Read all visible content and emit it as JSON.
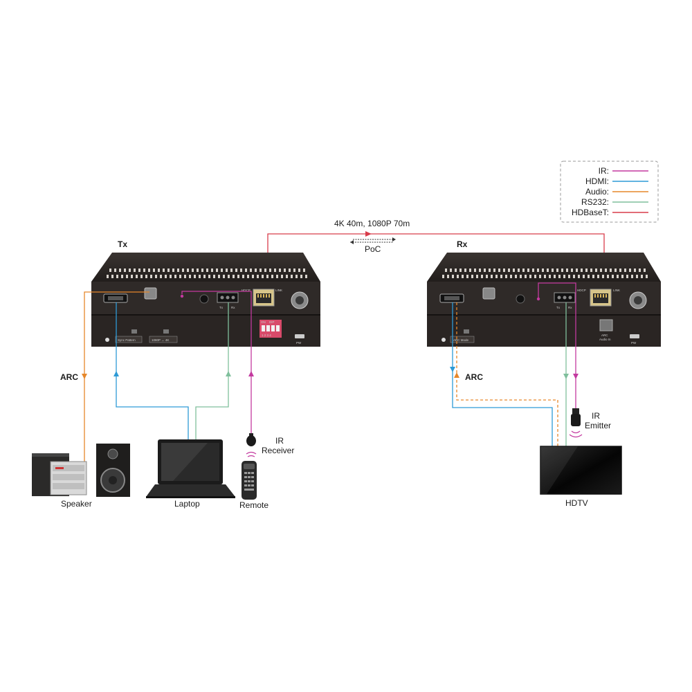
{
  "colors": {
    "ir": "#c3399f",
    "hdmi": "#2d9ad6",
    "audio": "#e6872a",
    "rs232": "#7fbf9c",
    "hdbaset": "#d83c4a",
    "device_body": "#2b2624"
  },
  "legend": [
    {
      "label": "IR:",
      "color_key": "ir"
    },
    {
      "label": "HDMI:",
      "color_key": "hdmi"
    },
    {
      "label": "Audio:",
      "color_key": "audio"
    },
    {
      "label": "RS232:",
      "color_key": "rs232"
    },
    {
      "label": "HDBaseT:",
      "color_key": "hdbaset"
    }
  ],
  "link": {
    "distance_label": "4K 40m, 1080P 70m",
    "poc_label": "PoC"
  },
  "tx": {
    "title": "Tx",
    "port_labels": {
      "hdcp": "HDCP",
      "link": "LINK",
      "tx": "Tx",
      "rx": "Rx",
      "dip_on": "ON",
      "dip_dip": "DIP",
      "dip_numbers": "1 2 3 4",
      "sync_pattern": "Sync Pattern",
      "resolution": "1080P ↔ 4K",
      "power": "PW"
    },
    "arc_label": "ARC"
  },
  "rx": {
    "title": "Rx",
    "port_labels": {
      "hdcp": "HDCP",
      "link": "LINK",
      "tx": "Tx",
      "rx": "Rx",
      "arc_mode": "ARC Mode",
      "arc_audio_in_1": "ARC",
      "arc_audio_in_2": "Audio In",
      "power": "PW"
    },
    "arc_label": "ARC"
  },
  "devices": {
    "speaker": "Speaker",
    "laptop": "Laptop",
    "remote": "Remote",
    "ir_receiver_1": "IR",
    "ir_receiver_2": "Receiver",
    "ir_emitter_1": "IR",
    "ir_emitter_2": "Emitter",
    "hdtv": "HDTV"
  }
}
